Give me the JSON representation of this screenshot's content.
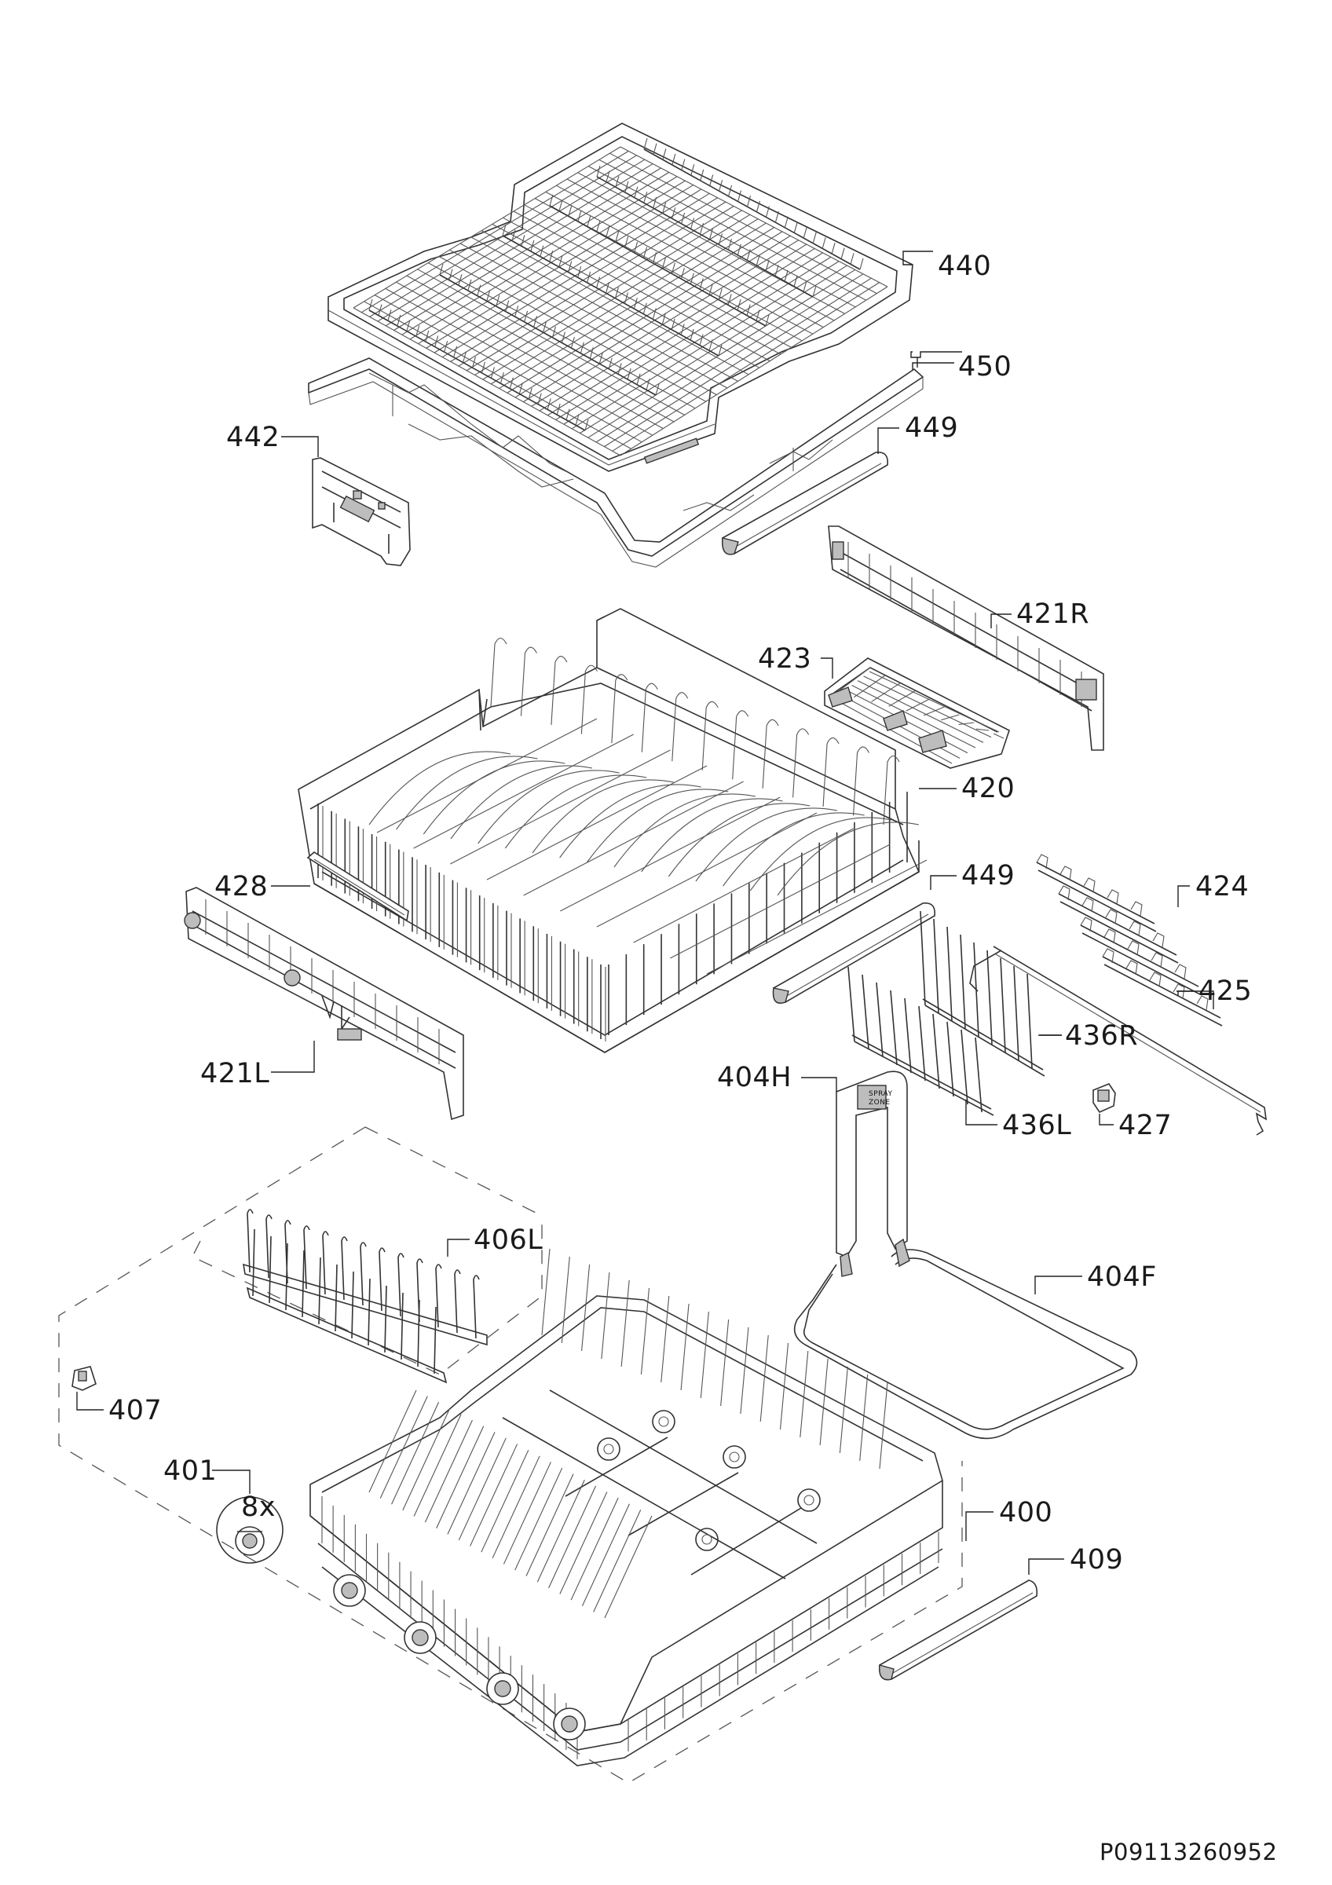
{
  "parts": [
    {
      "id": "p440",
      "label": "440"
    },
    {
      "id": "p450",
      "label": "450"
    },
    {
      "id": "p442",
      "label": "442"
    },
    {
      "id": "p449a",
      "label": "449"
    },
    {
      "id": "p421R",
      "label": "421R"
    },
    {
      "id": "p423",
      "label": "423"
    },
    {
      "id": "p420",
      "label": "420"
    },
    {
      "id": "p428",
      "label": "428"
    },
    {
      "id": "p449b",
      "label": "449"
    },
    {
      "id": "p424",
      "label": "424"
    },
    {
      "id": "p425",
      "label": "425"
    },
    {
      "id": "p436R",
      "label": "436R"
    },
    {
      "id": "p421L",
      "label": "421L"
    },
    {
      "id": "p404H",
      "label": "404H"
    },
    {
      "id": "p436L",
      "label": "436L"
    },
    {
      "id": "p427",
      "label": "427"
    },
    {
      "id": "p406L",
      "label": "406L"
    },
    {
      "id": "p404F",
      "label": "404F"
    },
    {
      "id": "p407",
      "label": "407"
    },
    {
      "id": "p401",
      "label": "401"
    },
    {
      "id": "p401qty",
      "label": "8x"
    },
    {
      "id": "p400",
      "label": "400"
    },
    {
      "id": "p409",
      "label": "409"
    }
  ],
  "spray_zone_text": [
    "SPRAY",
    "ZONE"
  ],
  "document_number": "P09113260952"
}
